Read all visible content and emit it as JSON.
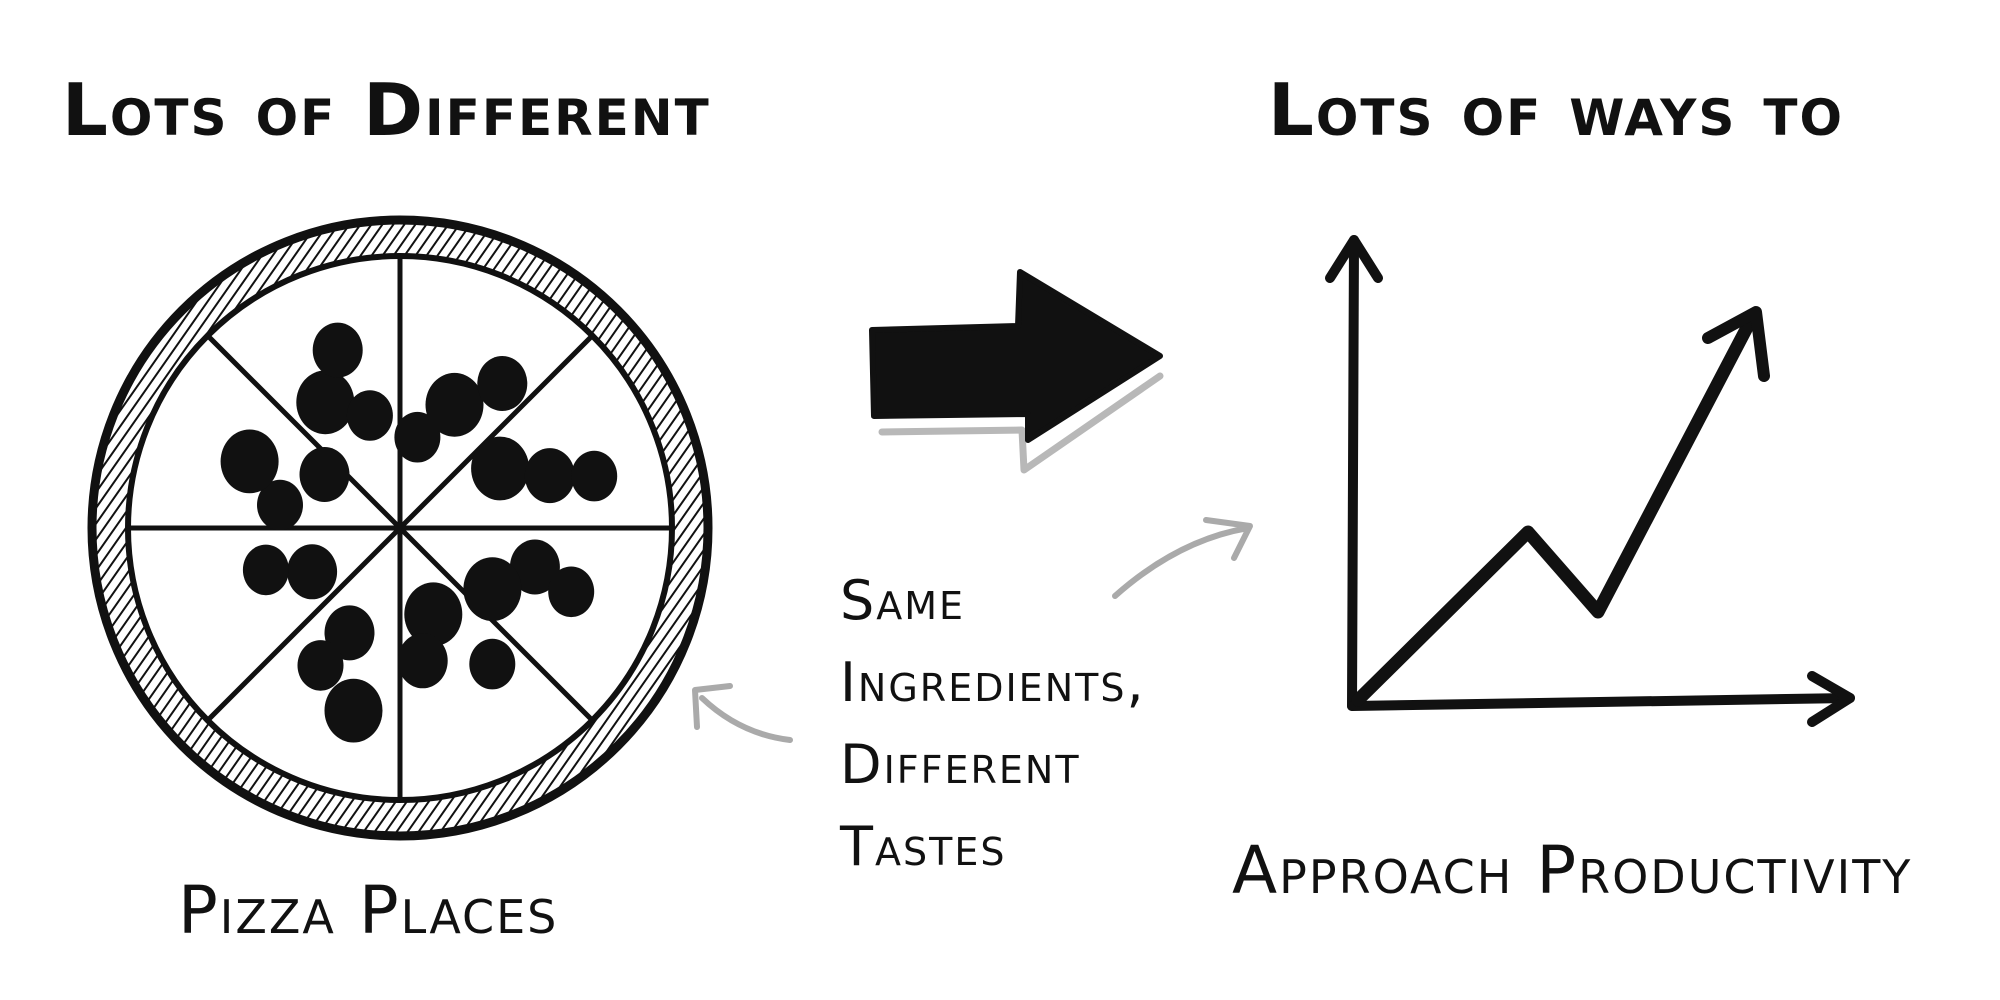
{
  "left_panel": {
    "title": "Lots of Different",
    "caption": "Pizza Places",
    "pizza": {
      "slices": 8,
      "pepperoni_per_slice": [
        3,
        3,
        3,
        3,
        3,
        2,
        3,
        3
      ]
    }
  },
  "right_panel": {
    "title": "Lots of ways to",
    "caption": "Approach Productivity"
  },
  "annotation": {
    "lines": [
      "Same",
      "Ingredients,",
      "Different",
      "Tastes"
    ]
  },
  "colors": {
    "ink": "#111111",
    "pointer_gray": "#aaaaaa",
    "shadow_gray": "#b8b8b8",
    "background": "#ffffff"
  }
}
